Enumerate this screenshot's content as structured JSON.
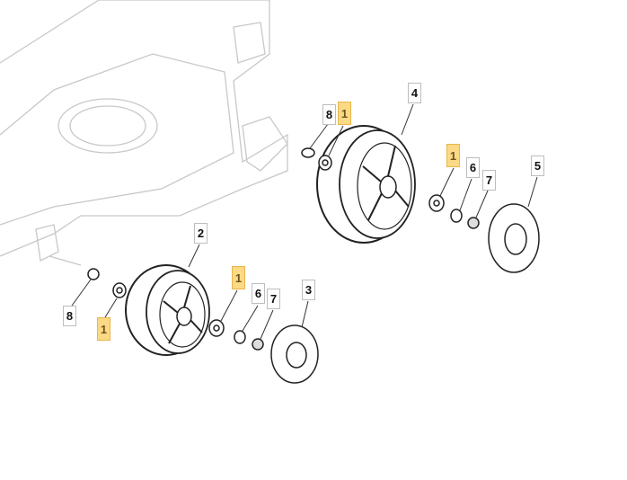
{
  "diagram": {
    "title": "Wheel assembly exploded view",
    "highlight_color": "#fbd985",
    "labels": [
      {
        "text": "8",
        "highlighted": false
      },
      {
        "text": "1",
        "highlighted": true
      },
      {
        "text": "4",
        "highlighted": false
      },
      {
        "text": "1",
        "highlighted": true
      },
      {
        "text": "6",
        "highlighted": false
      },
      {
        "text": "7",
        "highlighted": false
      },
      {
        "text": "5",
        "highlighted": false
      },
      {
        "text": "2",
        "highlighted": false
      },
      {
        "text": "1",
        "highlighted": true
      },
      {
        "text": "6",
        "highlighted": false
      },
      {
        "text": "7",
        "highlighted": false
      },
      {
        "text": "3",
        "highlighted": false
      },
      {
        "text": "8",
        "highlighted": false
      },
      {
        "text": "1",
        "highlighted": true
      }
    ]
  }
}
